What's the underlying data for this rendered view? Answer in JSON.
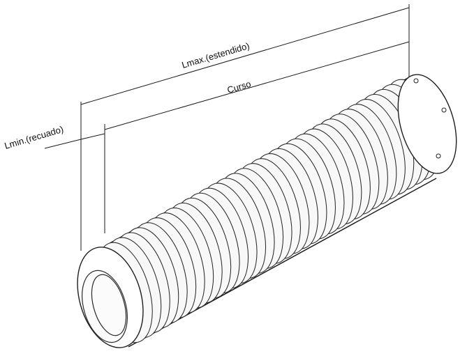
{
  "labels": {
    "lmax": "Lmax.(estendido)",
    "curso": "Curso",
    "lmin": "Lmin.(recuado)"
  },
  "bellows": {
    "ribs": 34
  },
  "colors": {
    "line": "#1e1e1e",
    "rib_fill": "#f8f8f8",
    "background": "#ffffff"
  }
}
